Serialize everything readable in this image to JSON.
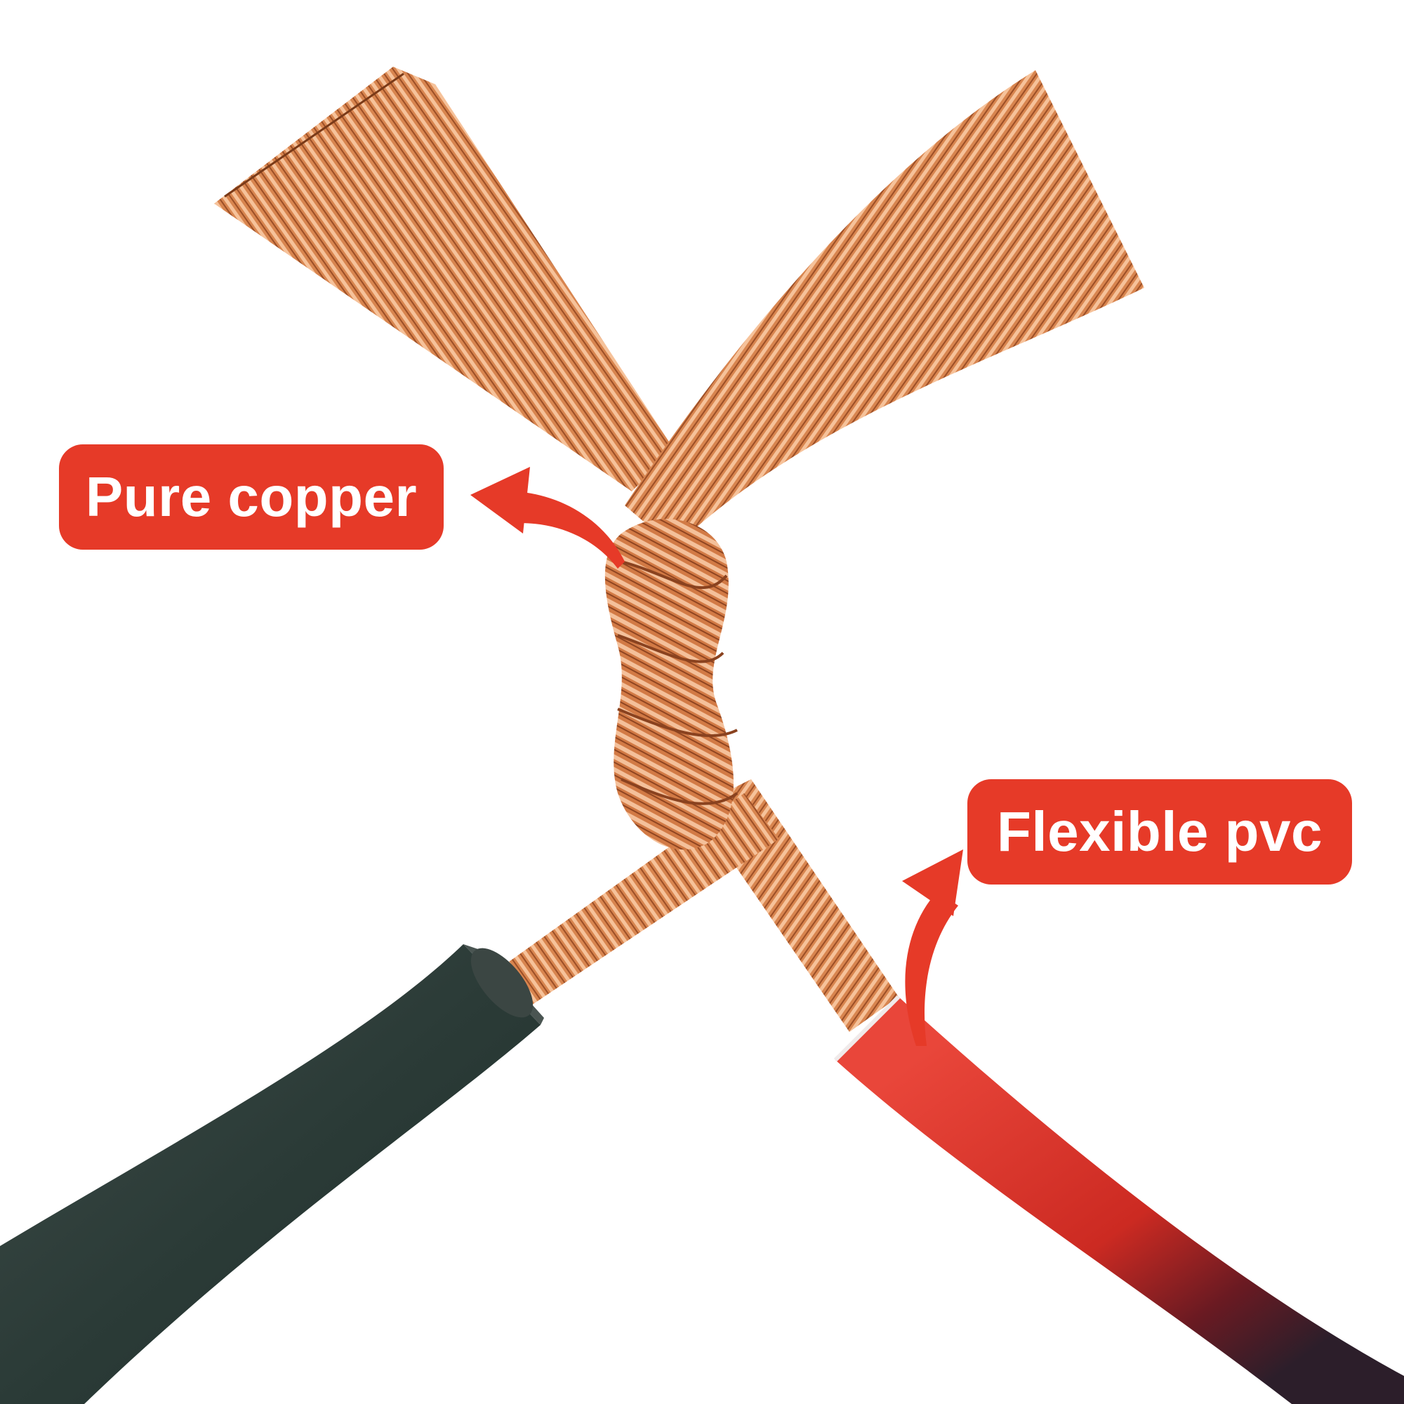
{
  "image": {
    "description": "Two stranded electrical wires with copper cores twisted together, one dark green/black insulated and one red insulated",
    "background_color": "#ffffff"
  },
  "callouts": {
    "copper": {
      "label": "Pure copper",
      "color": "#e63a28",
      "text_color": "#ffffff"
    },
    "pvc": {
      "label": "Flexible pvc",
      "color": "#e63a28",
      "text_color": "#ffffff"
    }
  },
  "colors": {
    "copper_light": "#f0b488",
    "copper_mid": "#d98050",
    "copper_dark": "#a85a30",
    "insulation_dark": "#2a3a36",
    "insulation_red": "#d8322a",
    "insulation_red_shadow": "#3a1a24"
  }
}
